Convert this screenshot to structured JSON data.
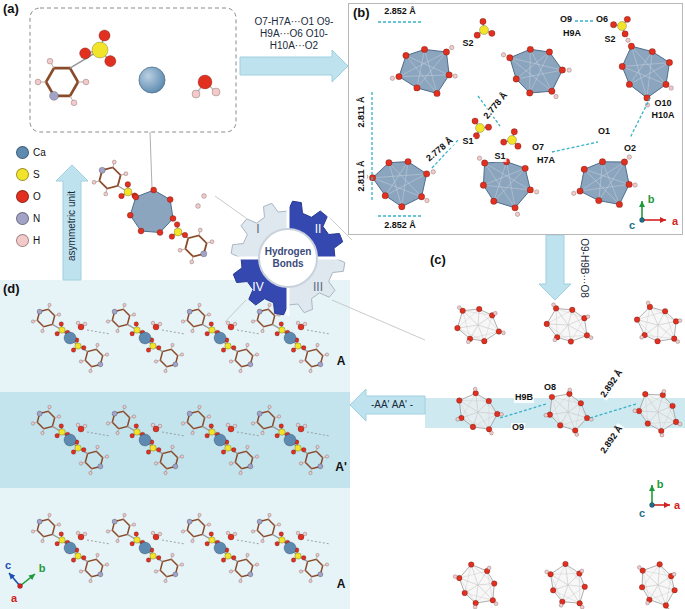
{
  "diagram": {
    "nodes": [
      {
        "text": [
          "(a)"
        ]
      },
      {
        "text": [
          "(b)"
        ]
      },
      {
        "text": [
          "(c)"
        ]
      },
      {
        "text": [
          "(d)"
        ]
      },
      {
        "text": [
          "Hydrogen Bonds"
        ]
      }
    ],
    "edges": [
      {
        "from": 0,
        "to": 1,
        "arrow": "to",
        "label": "O7-H7A···O1 O9-H9A···O6 O10-H10A···O2"
      },
      {
        "from": 1,
        "to": 2,
        "arrow": "to",
        "label": "O9-H9B···O8"
      },
      {
        "from": 2,
        "to": 3,
        "arrow": "to",
        "label": "-AA' AA' -"
      },
      {
        "from": 3,
        "to": 0,
        "arrow": "to",
        "label": "asymmetric unit"
      }
    ],
    "labels": [
      "I",
      "II",
      "III",
      "IV",
      "2.852 Å",
      "S2",
      "O9",
      "H9A",
      "O6",
      "S2",
      "O10",
      "H10A",
      "2.811 Å",
      "2.811 Å",
      "2.778 Å",
      "2.778 Å",
      "S1",
      "S1",
      "O7",
      "H7A",
      "O1",
      "O2",
      "2.852 Å",
      "b",
      "c",
      "a",
      "O8",
      "H9B",
      "O9",
      "2.892 Å",
      "2.892 Å",
      "b",
      "c",
      "a",
      "A",
      "A'",
      "A",
      "c",
      "b",
      "a"
    ],
    "legend": [
      {
        "text": "Ca",
        "color": "#5d8ab0"
      },
      {
        "text": "S",
        "color": "#f2e32b"
      },
      {
        "text": "O",
        "color": "#e1301f"
      },
      {
        "text": "N",
        "color": "#a3a3c7"
      },
      {
        "text": "H",
        "color": "#f3c9c9"
      }
    ]
  }
}
